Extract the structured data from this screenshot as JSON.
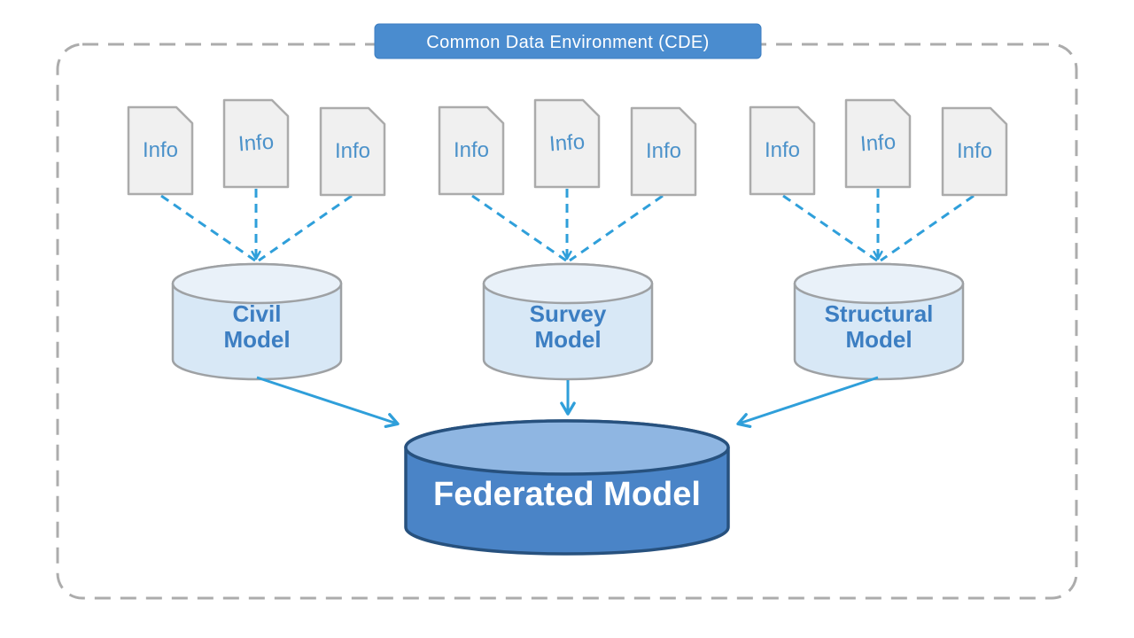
{
  "header": {
    "title": "Common Data Environment (CDE)"
  },
  "diagram": {
    "groups": [
      {
        "id": "civil",
        "docs": [
          "Info",
          "Info",
          "Info"
        ],
        "cylinder_label_lines": [
          "Civil",
          "Model"
        ]
      },
      {
        "id": "survey",
        "docs": [
          "Info",
          "Info",
          "Info"
        ],
        "cylinder_label_lines": [
          "Survey",
          "Model"
        ]
      },
      {
        "id": "structural",
        "docs": [
          "Info",
          "Info",
          "Info"
        ],
        "cylinder_label_lines": [
          "Structural",
          "Model"
        ]
      }
    ],
    "federated": {
      "label": "Federated Model"
    }
  },
  "colors": {
    "frame_border": "#ACACAC",
    "banner_fill": "#4A8CCF",
    "banner_stroke": "#3D7EC0",
    "banner_text": "#FFFFFF",
    "doc_fill": "#F0F0F0",
    "doc_border": "#ABABAB",
    "doc_text": "#4C92CA",
    "cylinder_fill": "#D8E8F6",
    "cylinder_top": "#E9F1F9",
    "cylinder_border": "#9EA1A4",
    "cylinder_text": "#3C7EC2",
    "federated_fill": "#4A84C7",
    "federated_top": "#8FB6E2",
    "federated_border": "#27517E",
    "federated_text": "#FFFFFF",
    "connector": "#2F9FDA"
  }
}
